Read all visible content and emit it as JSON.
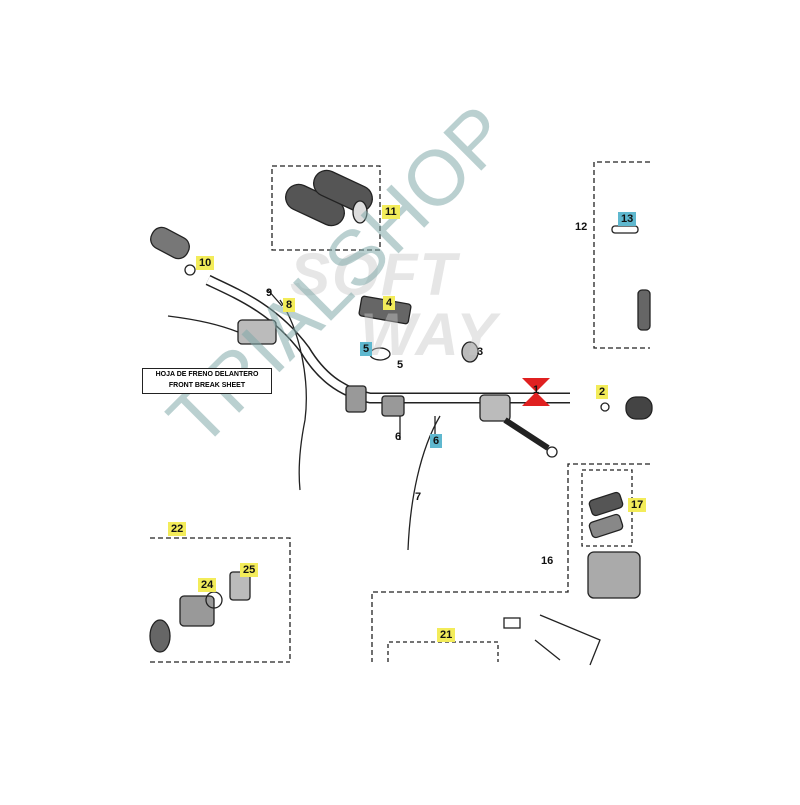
{
  "callouts": {
    "c1": "1",
    "c2": "2",
    "c3": "3",
    "c4": "4",
    "c5a": "5",
    "c5b": "5",
    "c6a": "6",
    "c6b": "6",
    "c7": "7",
    "c8": "8",
    "c9": "9",
    "c10": "10",
    "c11": "11",
    "c12": "12",
    "c13": "13",
    "c16": "16",
    "c17": "17",
    "c21": "21",
    "c22": "22",
    "c24": "24",
    "c25": "25"
  },
  "sheet_label": {
    "line1": "HOJA DE FRENO DELANTERO",
    "line2": "FRONT BREAK SHEET"
  },
  "watermark": {
    "brand_line1": "SOFT",
    "brand_line2": "WAY",
    "shop": "TRIALSHOP"
  },
  "colors": {
    "highlight_yellow": "#f3ec5a",
    "highlight_blue": "#5fb8cf",
    "marker_red": "#e02020",
    "line": "#222222"
  }
}
